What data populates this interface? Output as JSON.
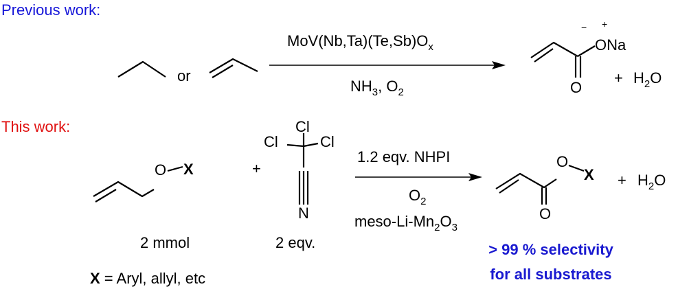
{
  "colors": {
    "previous": "#1515d8",
    "this": "#e01010",
    "highlight": "#1a1ad0",
    "ink": "#000000"
  },
  "previous_work": {
    "header": "Previous work:",
    "or_label": "or",
    "catalyst": {
      "main": "MoV(Nb,Ta)(Te,Sb)O",
      "sub": "x"
    },
    "conditions": {
      "a": "NH",
      "a_sub": "3",
      "b": ", O",
      "b_sub": "2"
    },
    "product": {
      "oxygen": "O",
      "charge_minus": "−",
      "charge_plus": "+",
      "oxy_na": "ONa"
    },
    "plus": "+",
    "water": {
      "h": "H",
      "sub": "2",
      "o": "O"
    }
  },
  "this_work": {
    "header": "This work:",
    "substrate": {
      "o": "O",
      "x": "X",
      "amount": "2 mmol"
    },
    "plus1": "+",
    "reagent": {
      "cl_top": "Cl",
      "cl_left": "Cl",
      "cl_right": "Cl",
      "n": "N",
      "amount": "2 eqv."
    },
    "over_arrow": "1.2 eqv. NHPI",
    "under_arrow_1": {
      "main": "O",
      "sub": "2"
    },
    "under_arrow_2": {
      "a": "meso-Li-Mn",
      "sub1": "2",
      "b": "O",
      "sub2": "3"
    },
    "product": {
      "o_ester": "O",
      "x": "X",
      "o_carbonyl": "O"
    },
    "plus2": "+",
    "water": {
      "h": "H",
      "sub": "2",
      "o": "O"
    },
    "selectivity_1": "> 99 % selectivity",
    "selectivity_2": "for all substrates",
    "x_definition": {
      "x": "X",
      "rest": " = Aryl, allyl, etc"
    }
  }
}
